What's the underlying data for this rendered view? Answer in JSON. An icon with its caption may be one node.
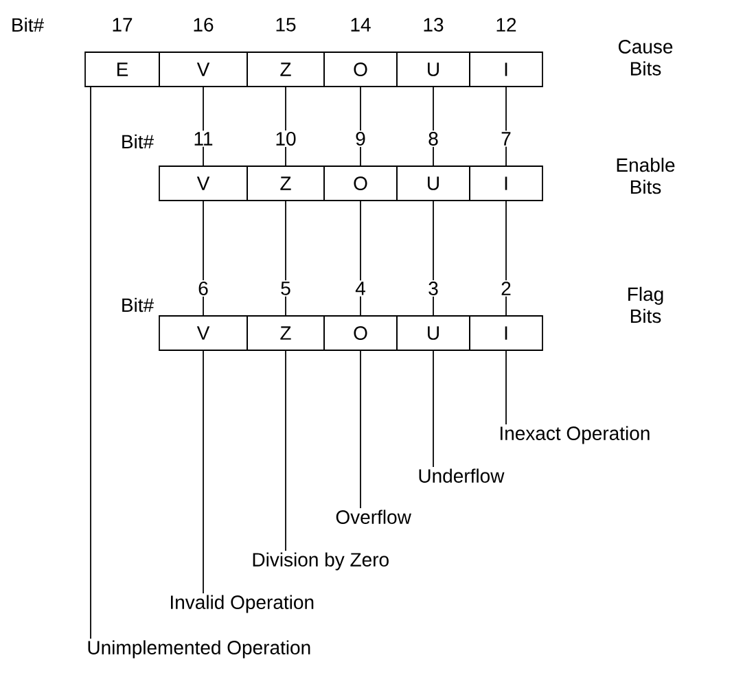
{
  "diagram": {
    "nodes": [
      {
        "text": [
          "E"
        ],
        "beside": [
          "17"
        ]
      },
      {
        "text": [
          "V"
        ],
        "beside": [
          "16"
        ]
      },
      {
        "text": [
          "Z"
        ],
        "beside": [
          "15"
        ]
      },
      {
        "text": [
          "O"
        ],
        "beside": [
          "14"
        ]
      },
      {
        "text": [
          "U"
        ],
        "beside": [
          "13"
        ]
      },
      {
        "text": [
          "I"
        ],
        "beside": [
          "12"
        ]
      },
      {
        "text": [
          "V"
        ],
        "beside": [
          "11"
        ]
      },
      {
        "text": [
          "Z"
        ],
        "beside": [
          "10"
        ]
      },
      {
        "text": [
          "O"
        ],
        "beside": [
          "9"
        ]
      },
      {
        "text": [
          "U"
        ],
        "beside": [
          "8"
        ]
      },
      {
        "text": [
          "I"
        ],
        "beside": [
          "7"
        ]
      },
      {
        "text": [
          "V"
        ],
        "beside": [
          "6"
        ]
      },
      {
        "text": [
          "Z"
        ],
        "beside": [
          "5"
        ]
      },
      {
        "text": [
          "O"
        ],
        "beside": [
          "4"
        ]
      },
      {
        "text": [
          "U"
        ],
        "beside": [
          "3"
        ]
      },
      {
        "text": [
          "I"
        ],
        "beside": [
          "2"
        ]
      },
      {
        "text": [
          "Inexact Operation"
        ]
      },
      {
        "text": [
          "Underflow"
        ]
      },
      {
        "text": [
          "Overflow"
        ]
      },
      {
        "text": [
          "Division by Zero"
        ]
      },
      {
        "text": [
          "Invalid Operation"
        ]
      },
      {
        "text": [
          "Unimplemented Operation"
        ]
      }
    ],
    "edges": [
      {
        "from": 1,
        "to": 6,
        "arrow": "none"
      },
      {
        "from": 2,
        "to": 7,
        "arrow": "none"
      },
      {
        "from": 3,
        "to": 8,
        "arrow": "none"
      },
      {
        "from": 4,
        "to": 9,
        "arrow": "none"
      },
      {
        "from": 5,
        "to": 10,
        "arrow": "none"
      },
      {
        "from": 6,
        "to": 11,
        "arrow": "none"
      },
      {
        "from": 7,
        "to": 12,
        "arrow": "none"
      },
      {
        "from": 8,
        "to": 13,
        "arrow": "none"
      },
      {
        "from": 9,
        "to": 14,
        "arrow": "none"
      },
      {
        "from": 10,
        "to": 15,
        "arrow": "none"
      },
      {
        "from": 15,
        "to": 16,
        "arrow": "none"
      },
      {
        "from": 14,
        "to": 17,
        "arrow": "none"
      },
      {
        "from": 13,
        "to": 18,
        "arrow": "none"
      },
      {
        "from": 12,
        "to": 19,
        "arrow": "none"
      },
      {
        "from": 11,
        "to": 20,
        "arrow": "none"
      },
      {
        "from": 0,
        "to": 21,
        "arrow": "none"
      }
    ],
    "labels": [
      "Bit#",
      "Cause Bits",
      "Bit#",
      "Enable Bits",
      "Bit#",
      "Flag Bits"
    ]
  }
}
